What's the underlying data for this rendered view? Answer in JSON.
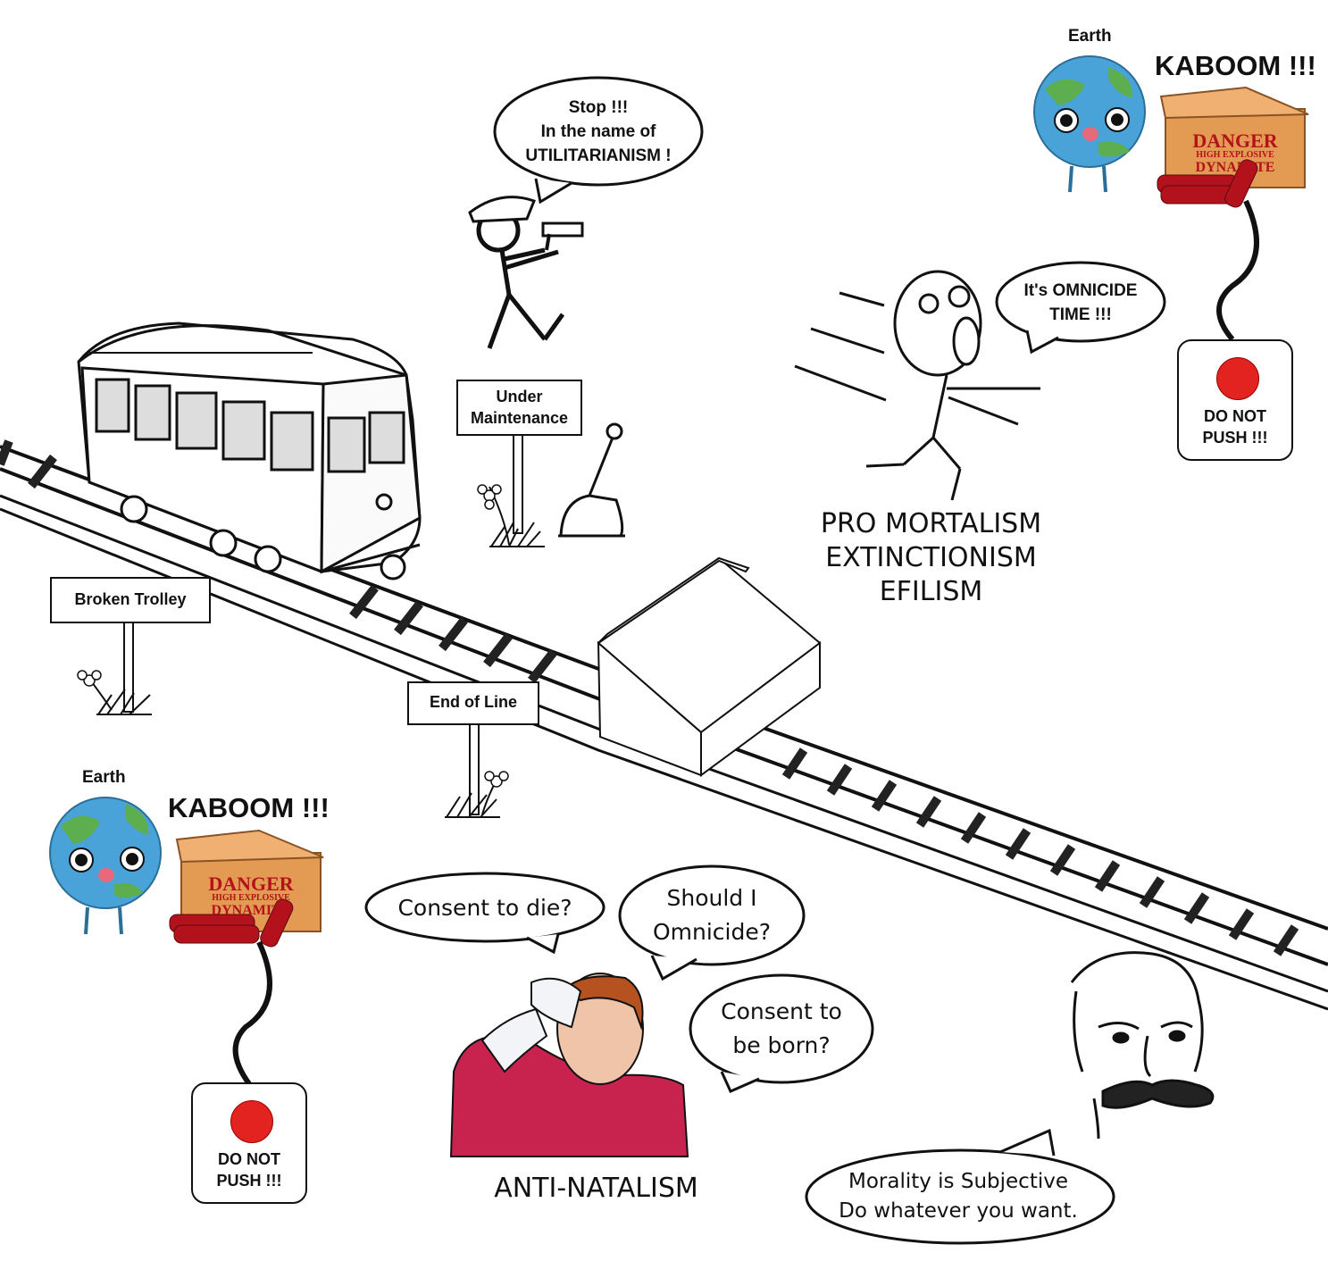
{
  "signs": {
    "under_maintenance": "Under\nMaintenance",
    "broken_trolley": "Broken Trolley",
    "end_of_line": "End of Line"
  },
  "speech": {
    "police": "Stop !!!\nIn the name of\nUTILITARIANISM !",
    "omnicide": "It's OMNICIDE\nTIME !!!",
    "consent_die": "Consent to die?",
    "should_omnicide": "Should I\nOmnicide?",
    "consent_born": "Consent to\nbe born?",
    "nietzsche": "Morality is Subjective\nDo whatever you want."
  },
  "labels": {
    "pro_mortalism": "PRO MORTALISM\nEXTINCTIONISM\nEFILISM",
    "anti_natalism": "ANTI-NATALISM"
  },
  "earth_top": {
    "label": "Earth",
    "kaboom": "KABOOM !!!",
    "crate_text": "DANGER",
    "crate_sub": "HIGH EXPLOSIVE",
    "crate_sub2": "DYNAMITE",
    "button_label": "DO NOT\nPUSH !!!"
  },
  "earth_bottom": {
    "label": "Earth",
    "kaboom": "KABOOM !!!",
    "crate_text": "DANGER",
    "crate_sub": "HIGH EXPLOSIVE",
    "crate_sub2": "DYNAMITE",
    "button_label": "DO NOT\nPUSH !!!"
  },
  "colors": {
    "button_red": "#e3231f",
    "earth_blue": "#4aa3d8",
    "earth_green": "#5cae4e",
    "crate_wood": "#e39a52",
    "dynamite_red": "#b3121c",
    "shirt": "#c8234f"
  }
}
